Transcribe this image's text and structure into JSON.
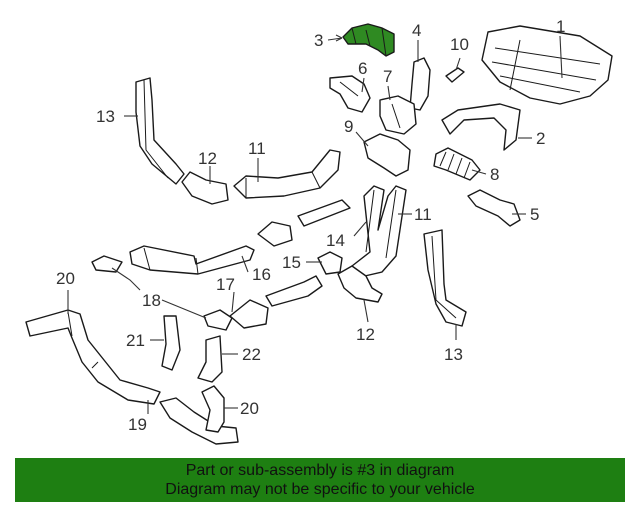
{
  "diagram": {
    "highlight_color": "#2f8a22",
    "callouts": [
      "3",
      "1",
      "4",
      "10",
      "6",
      "7",
      "13",
      "2",
      "9",
      "11",
      "12",
      "8",
      "5",
      "14",
      "11",
      "20",
      "15",
      "17",
      "16",
      "18",
      "12",
      "13",
      "21",
      "22",
      "19",
      "20"
    ]
  },
  "banner": {
    "line1": "Part or sub-assembly is #3 in diagram",
    "line2": "Diagram may not be specific to your vehicle",
    "background": "#1e7f12"
  }
}
